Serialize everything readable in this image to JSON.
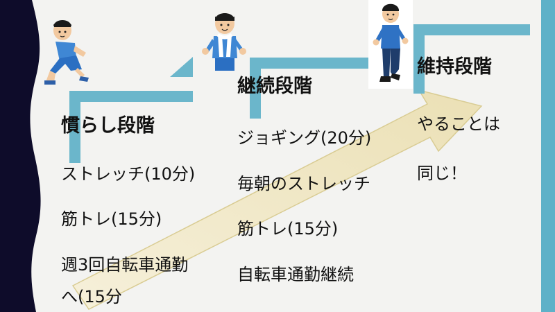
{
  "colors": {
    "wave": "#0e0c2a",
    "stair": "#6bb6cb",
    "right_bar": "#5fb1c8",
    "arrow_fill_start": "#f6f0da",
    "arrow_fill_end": "#ebe0b5",
    "arrow_stroke": "#d9cc93",
    "background": "#f3f3f1"
  },
  "stages": [
    {
      "heading": "慣らし段階",
      "items": [
        "ストレッチ(10分)",
        "筋トレ(15分)",
        "週3回自転車通勤",
        "へ(15分"
      ]
    },
    {
      "heading": "継続段階",
      "items": [
        "ジョギング(20分)",
        "毎朝のストレッチ",
        "筋トレ(15分)",
        "自転車通勤継続"
      ]
    },
    {
      "heading": "維持段階",
      "items": [
        "やることは",
        "同じ！"
      ]
    }
  ],
  "illustrations": [
    "stretching-person-icon",
    "person-with-towel-icon",
    "running-person-icon"
  ]
}
